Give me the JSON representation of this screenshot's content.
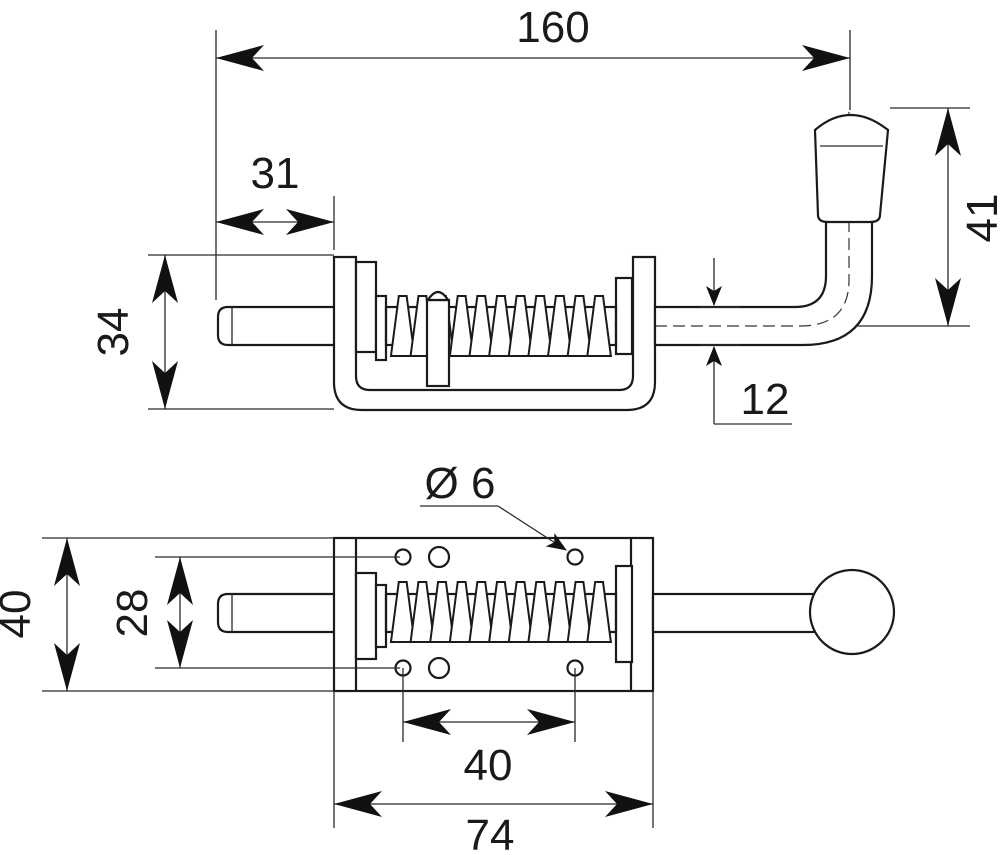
{
  "dimensions": {
    "overall_length": "160",
    "bracket_to_pin_end": "31",
    "bracket_height_side": "34",
    "handle_height": "41",
    "pin_diameter": "12",
    "hole_diameter": "Ø 6",
    "plate_height": "40",
    "hole_spacing_vertical": "28",
    "hole_spacing_horizontal": "40",
    "plate_length": "74"
  },
  "colors": {
    "line": "#1a1a1a",
    "background": "#ffffff"
  }
}
